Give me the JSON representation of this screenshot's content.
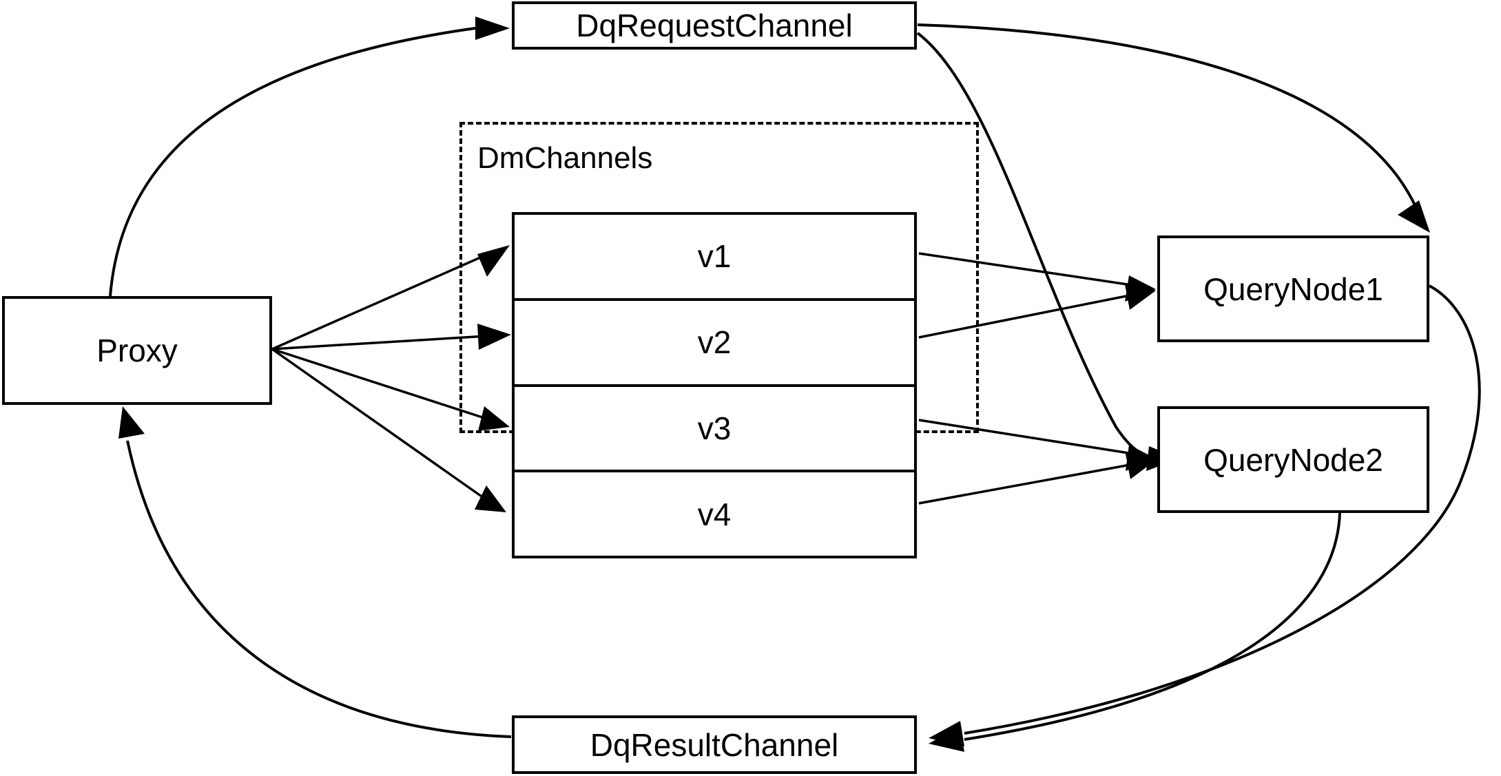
{
  "diagram": {
    "title": "Milvus distributed query channel flow",
    "background_color": "#ffffff",
    "stroke_color": "#000000",
    "nodes": {
      "proxy": {
        "label": "Proxy"
      },
      "dq_request_channel": {
        "label": "DqRequestChannel"
      },
      "dq_result_channel": {
        "label": "DqResultChannel"
      },
      "query_node_1": {
        "label": "QueryNode1"
      },
      "query_node_2": {
        "label": "QueryNode2"
      }
    },
    "group": {
      "label": "DmChannels",
      "style": "dashed"
    },
    "channels": [
      {
        "label": "v1"
      },
      {
        "label": "v2"
      },
      {
        "label": "v3"
      },
      {
        "label": "v4"
      }
    ],
    "edges": [
      {
        "from": "Proxy",
        "to": "DqRequestChannel",
        "style": "curved",
        "arrow": true
      },
      {
        "from": "Proxy",
        "to": "v1",
        "style": "straight",
        "arrow": true
      },
      {
        "from": "Proxy",
        "to": "v2",
        "style": "straight",
        "arrow": true
      },
      {
        "from": "Proxy",
        "to": "v3",
        "style": "straight",
        "arrow": true
      },
      {
        "from": "Proxy",
        "to": "v4",
        "style": "straight",
        "arrow": true
      },
      {
        "from": "DqRequestChannel",
        "to": "QueryNode1",
        "style": "curved",
        "arrow": true
      },
      {
        "from": "DqRequestChannel",
        "to": "QueryNode2",
        "style": "curved",
        "arrow": true
      },
      {
        "from": "v1",
        "to": "QueryNode1",
        "style": "straight",
        "arrow": true
      },
      {
        "from": "v2",
        "to": "QueryNode1",
        "style": "straight",
        "arrow": true
      },
      {
        "from": "v3",
        "to": "QueryNode2",
        "style": "straight",
        "arrow": true
      },
      {
        "from": "v4",
        "to": "QueryNode2",
        "style": "straight",
        "arrow": true
      },
      {
        "from": "QueryNode1",
        "to": "DqResultChannel",
        "style": "curved",
        "arrow": true
      },
      {
        "from": "QueryNode2",
        "to": "DqResultChannel",
        "style": "curved",
        "arrow": true
      },
      {
        "from": "DqResultChannel",
        "to": "Proxy",
        "style": "curved",
        "arrow": true
      }
    ]
  }
}
